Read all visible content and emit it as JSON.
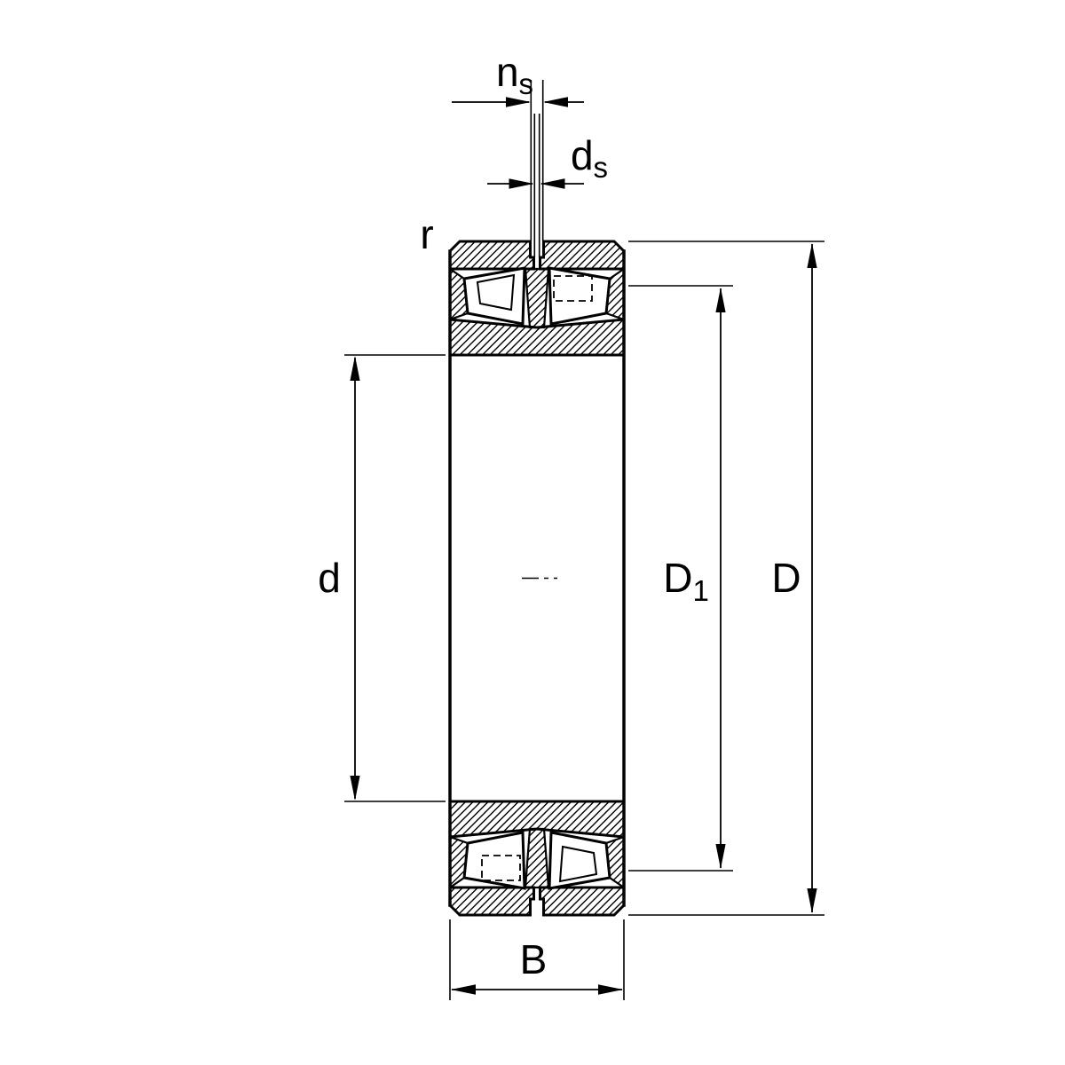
{
  "colors": {
    "ink": "#000000",
    "background": "#ffffff"
  },
  "labels": {
    "ns": {
      "main": "n",
      "sub": "s"
    },
    "ds": {
      "main": "d",
      "sub": "s"
    },
    "r": "r",
    "d": "d",
    "D1": {
      "main": "D",
      "sub": "1"
    },
    "D": "D",
    "B": "B"
  }
}
